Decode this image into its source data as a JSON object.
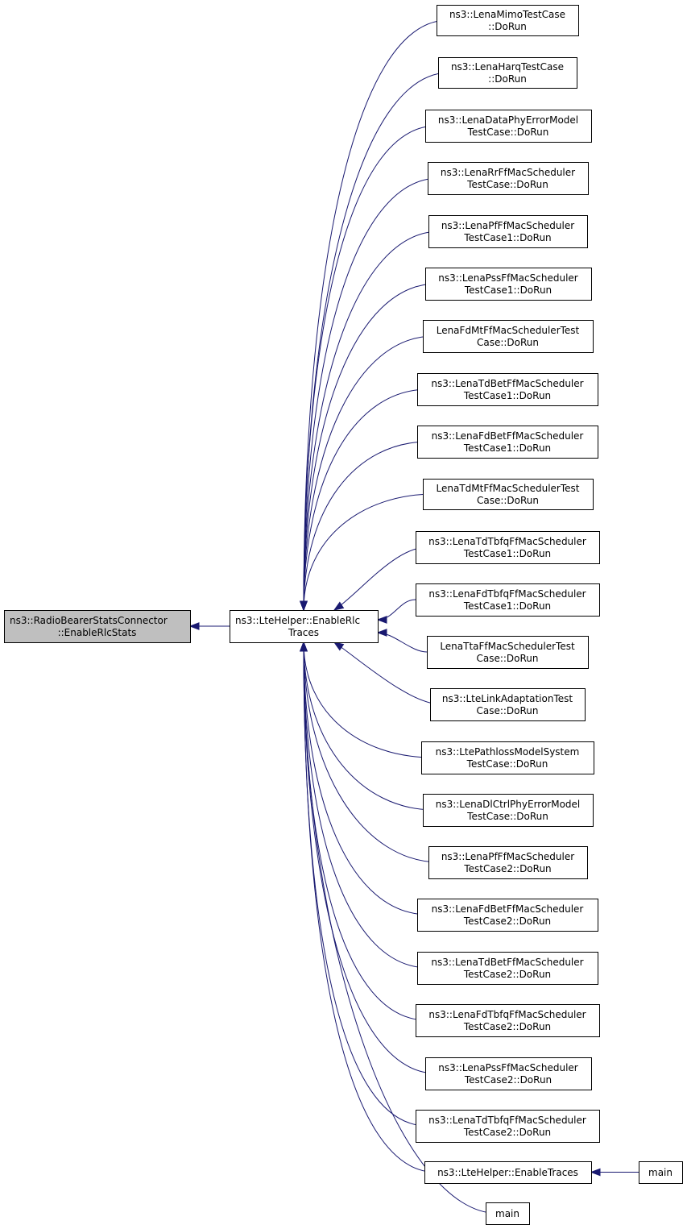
{
  "diagram": {
    "nodes": [
      {
        "id": "root",
        "lines": [
          "ns3::RadioBearerStatsConnector",
          "::EnableRlcStats"
        ],
        "highlighted": true
      },
      {
        "id": "enable_rlc",
        "lines": [
          "ns3::LteHelper::EnableRlc",
          "Traces"
        ]
      },
      {
        "id": "c1",
        "lines": [
          "ns3::LenaMimoTestCase",
          "::DoRun"
        ]
      },
      {
        "id": "c2",
        "lines": [
          "ns3::LenaHarqTestCase",
          "::DoRun"
        ]
      },
      {
        "id": "c3",
        "lines": [
          "ns3::LenaDataPhyErrorModel",
          "TestCase::DoRun"
        ]
      },
      {
        "id": "c4",
        "lines": [
          "ns3::LenaRrFfMacScheduler",
          "TestCase::DoRun"
        ]
      },
      {
        "id": "c5",
        "lines": [
          "ns3::LenaPfFfMacScheduler",
          "TestCase1::DoRun"
        ]
      },
      {
        "id": "c6",
        "lines": [
          "ns3::LenaPssFfMacScheduler",
          "TestCase1::DoRun"
        ]
      },
      {
        "id": "c7",
        "lines": [
          "LenaFdMtFfMacSchedulerTest",
          "Case::DoRun"
        ]
      },
      {
        "id": "c8",
        "lines": [
          "ns3::LenaTdBetFfMacScheduler",
          "TestCase1::DoRun"
        ]
      },
      {
        "id": "c9",
        "lines": [
          "ns3::LenaFdBetFfMacScheduler",
          "TestCase1::DoRun"
        ]
      },
      {
        "id": "c10",
        "lines": [
          "LenaTdMtFfMacSchedulerTest",
          "Case::DoRun"
        ]
      },
      {
        "id": "c11",
        "lines": [
          "ns3::LenaTdTbfqFfMacScheduler",
          "TestCase1::DoRun"
        ]
      },
      {
        "id": "c12",
        "lines": [
          "ns3::LenaFdTbfqFfMacScheduler",
          "TestCase1::DoRun"
        ]
      },
      {
        "id": "c13",
        "lines": [
          "LenaTtaFfMacSchedulerTest",
          "Case::DoRun"
        ]
      },
      {
        "id": "c14",
        "lines": [
          "ns3::LteLinkAdaptationTest",
          "Case::DoRun"
        ]
      },
      {
        "id": "c15",
        "lines": [
          "ns3::LtePathlossModelSystem",
          "TestCase::DoRun"
        ]
      },
      {
        "id": "c16",
        "lines": [
          "ns3::LenaDlCtrlPhyErrorModel",
          "TestCase::DoRun"
        ]
      },
      {
        "id": "c17",
        "lines": [
          "ns3::LenaPfFfMacScheduler",
          "TestCase2::DoRun"
        ]
      },
      {
        "id": "c18",
        "lines": [
          "ns3::LenaFdBetFfMacScheduler",
          "TestCase2::DoRun"
        ]
      },
      {
        "id": "c19",
        "lines": [
          "ns3::LenaTdBetFfMacScheduler",
          "TestCase2::DoRun"
        ]
      },
      {
        "id": "c20",
        "lines": [
          "ns3::LenaFdTbfqFfMacScheduler",
          "TestCase2::DoRun"
        ]
      },
      {
        "id": "c21",
        "lines": [
          "ns3::LenaPssFfMacScheduler",
          "TestCase2::DoRun"
        ]
      },
      {
        "id": "c22",
        "lines": [
          "ns3::LenaTdTbfqFfMacScheduler",
          "TestCase2::DoRun"
        ]
      },
      {
        "id": "enable_traces",
        "lines": [
          "ns3::LteHelper::EnableTraces"
        ]
      },
      {
        "id": "main1",
        "lines": [
          "main"
        ]
      },
      {
        "id": "main2",
        "lines": [
          "main"
        ]
      }
    ],
    "edges": [
      {
        "from": "enable_rlc",
        "to": "root"
      },
      {
        "from": "c1",
        "to": "enable_rlc"
      },
      {
        "from": "c2",
        "to": "enable_rlc"
      },
      {
        "from": "c3",
        "to": "enable_rlc"
      },
      {
        "from": "c4",
        "to": "enable_rlc"
      },
      {
        "from": "c5",
        "to": "enable_rlc"
      },
      {
        "from": "c6",
        "to": "enable_rlc"
      },
      {
        "from": "c7",
        "to": "enable_rlc"
      },
      {
        "from": "c8",
        "to": "enable_rlc"
      },
      {
        "from": "c9",
        "to": "enable_rlc"
      },
      {
        "from": "c10",
        "to": "enable_rlc"
      },
      {
        "from": "c11",
        "to": "enable_rlc"
      },
      {
        "from": "c12",
        "to": "enable_rlc"
      },
      {
        "from": "c13",
        "to": "enable_rlc"
      },
      {
        "from": "c14",
        "to": "enable_rlc"
      },
      {
        "from": "c15",
        "to": "enable_rlc"
      },
      {
        "from": "c16",
        "to": "enable_rlc"
      },
      {
        "from": "c17",
        "to": "enable_rlc"
      },
      {
        "from": "c18",
        "to": "enable_rlc"
      },
      {
        "from": "c19",
        "to": "enable_rlc"
      },
      {
        "from": "c20",
        "to": "enable_rlc"
      },
      {
        "from": "c21",
        "to": "enable_rlc"
      },
      {
        "from": "c22",
        "to": "enable_rlc"
      },
      {
        "from": "enable_traces",
        "to": "enable_rlc"
      },
      {
        "from": "main2",
        "to": "enable_rlc"
      },
      {
        "from": "main1",
        "to": "enable_traces"
      }
    ]
  },
  "colors": {
    "edge": "#191970",
    "node_fill": "#ffffff",
    "root_fill": "#bfbfbf",
    "node_stroke": "#000000"
  }
}
